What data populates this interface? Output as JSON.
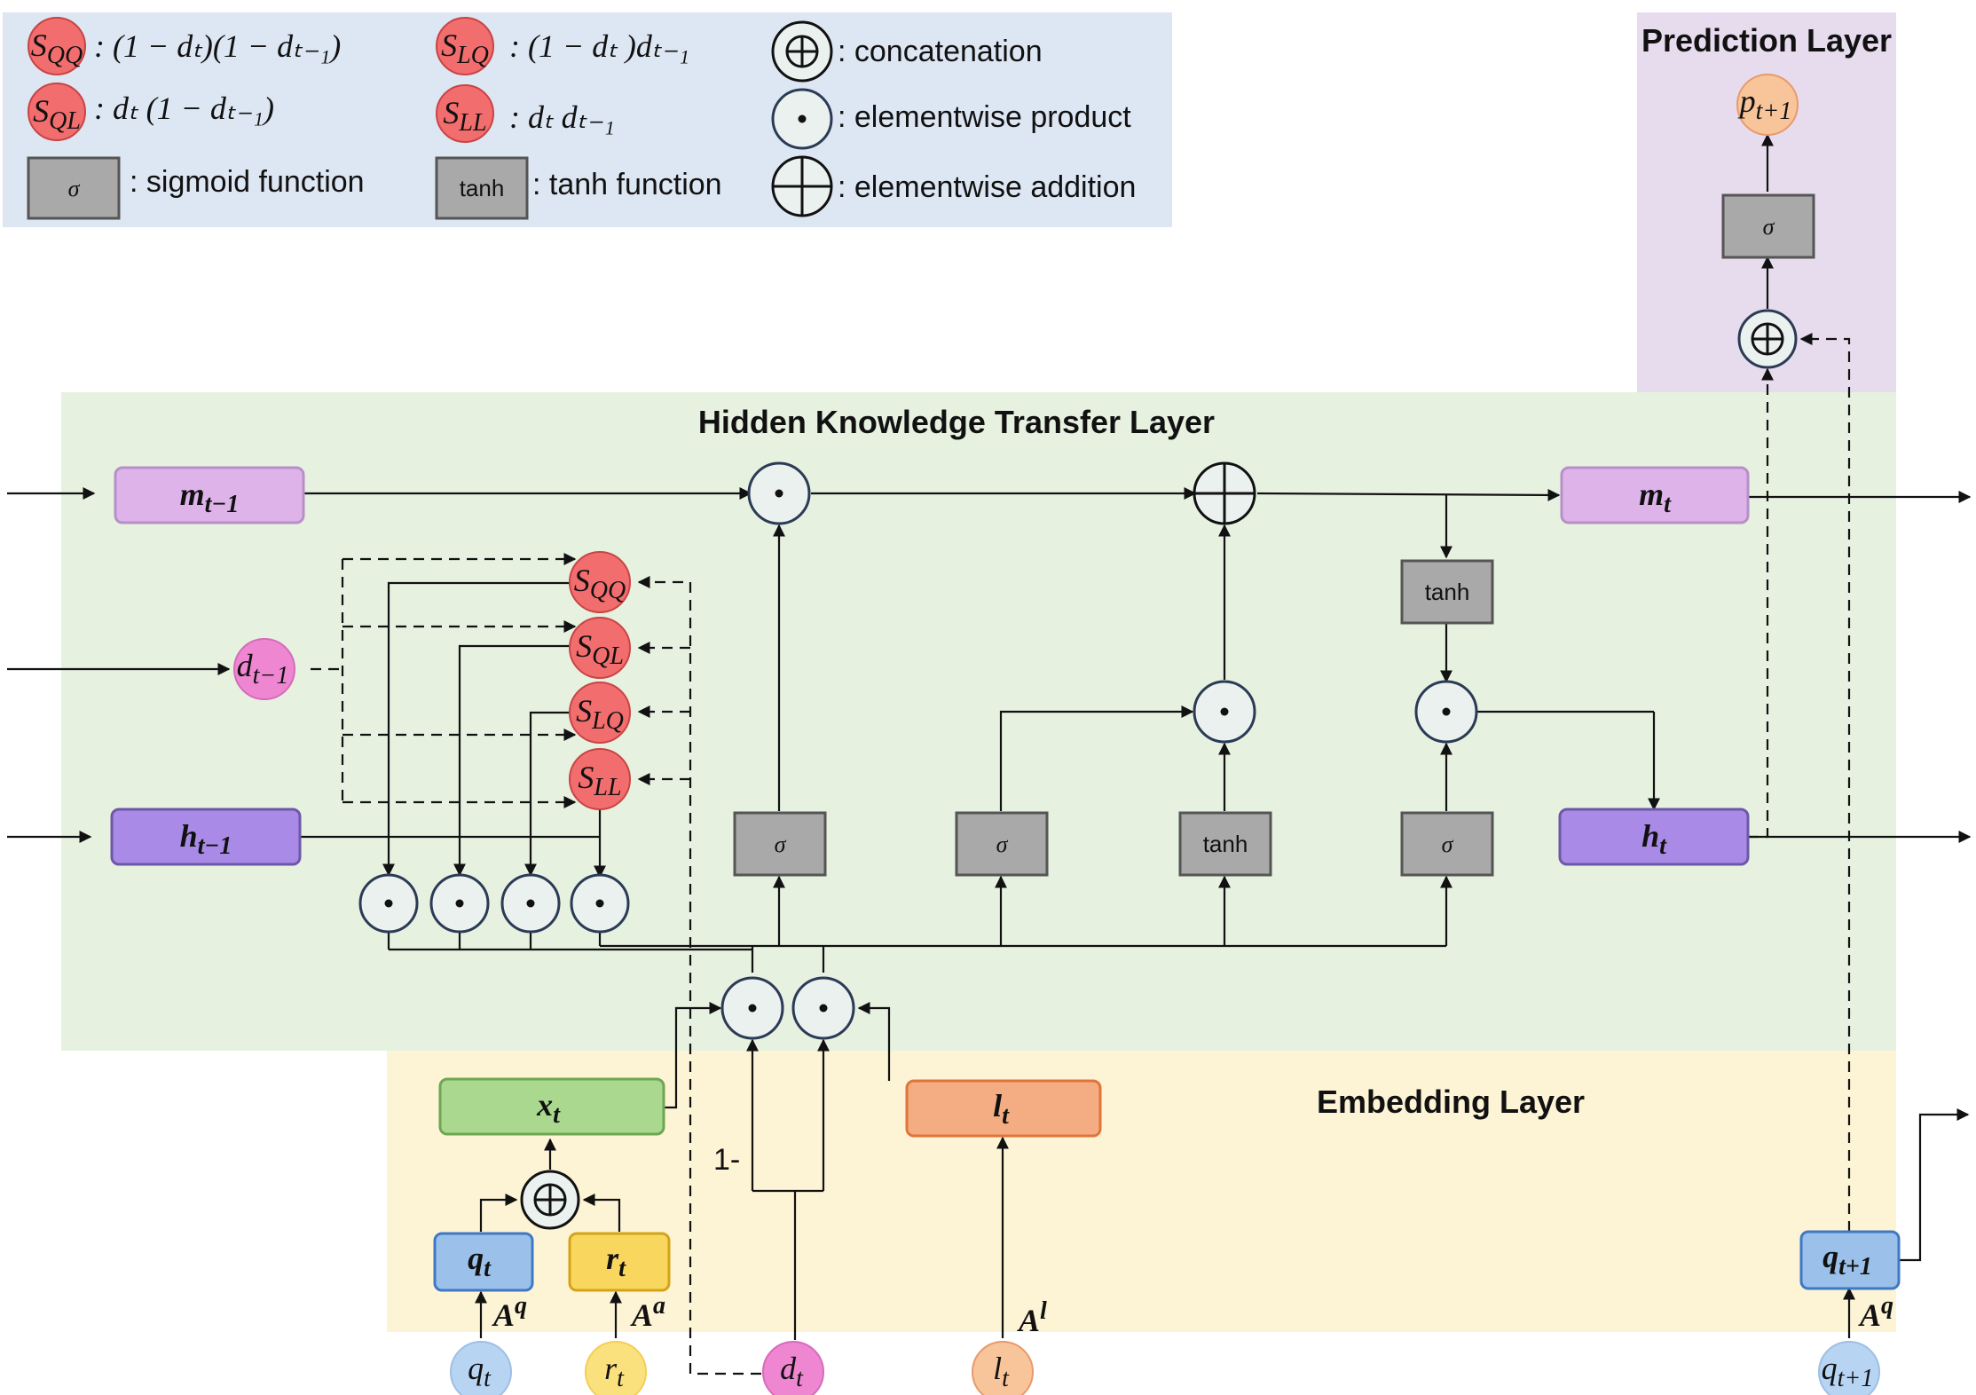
{
  "layers": {
    "prediction": "Prediction Layer",
    "hidden": "Hidden Knowledge Transfer Layer",
    "embedding": "Embedding Layer"
  },
  "legend": {
    "s_qq": {
      "sym": "S",
      "sub": "QQ",
      "expr": ": (1 − dₜ)(1 − dₜ₋₁)"
    },
    "s_ql": {
      "sym": "S",
      "sub": "QL",
      "expr": ": dₜ (1 − dₜ₋₁)"
    },
    "s_lq": {
      "sym": "S",
      "sub": "LQ",
      "expr": ": (1 − dₜ )dₜ₋₁"
    },
    "s_ll": {
      "sym": "S",
      "sub": "LL",
      "expr": ": dₜ dₜ₋₁"
    },
    "sigma": {
      "box": "σ",
      "text": ": sigmoid function"
    },
    "tanh": {
      "box": "tanh",
      "text": ": tanh function"
    },
    "concat": ": concatenation",
    "product": ": elementwise product",
    "addition": ": elementwise addition"
  },
  "nodes": {
    "m_prev": {
      "base": "m",
      "sub": "t−1"
    },
    "m_t": {
      "base": "m",
      "sub": "t"
    },
    "h_prev": {
      "base": "h",
      "sub": "t−1"
    },
    "h_t": {
      "base": "h",
      "sub": "t"
    },
    "d_prev": {
      "base": "d",
      "sub": "t−1"
    },
    "p_next": {
      "base": "p",
      "sub": "t+1"
    },
    "x_t": {
      "base": "x",
      "sub": "t"
    },
    "l_box": {
      "base": "l",
      "sub": "t"
    },
    "q_box": {
      "base": "q",
      "sub": "t"
    },
    "r_box": {
      "base": "r",
      "sub": "t"
    },
    "q_next_box": {
      "base": "q",
      "sub": "t+1"
    },
    "q_in": {
      "base": "q",
      "sub": "t"
    },
    "r_in": {
      "base": "r",
      "sub": "t"
    },
    "d_in": {
      "base": "d",
      "sub": "t"
    },
    "l_in": {
      "base": "l",
      "sub": "t"
    },
    "q_next_in": {
      "base": "q",
      "sub": "t+1"
    },
    "s_qq": {
      "base": "S",
      "sub": "QQ"
    },
    "s_ql": {
      "base": "S",
      "sub": "QL"
    },
    "s_lq": {
      "base": "S",
      "sub": "LQ"
    },
    "s_ll": {
      "base": "S",
      "sub": "LL"
    }
  },
  "gates": {
    "sigma": "σ",
    "tanh": "tanh"
  },
  "matrices": {
    "aq": {
      "base": "A",
      "sup": "q"
    },
    "aa": {
      "base": "A",
      "sup": "a"
    },
    "al": {
      "base": "A",
      "sup": "l"
    },
    "aq2": {
      "base": "A",
      "sup": "q"
    }
  },
  "one_minus": "1-",
  "colors": {
    "legend_bg": "#dde6f3",
    "prediction_bg": "#e7dcee",
    "hidden_bg": "#e6f1e0",
    "embedding_bg": "#fdf3d5",
    "red_node": "#f26d6d",
    "pink_node": "#ee86d2",
    "m_box": "#ddb3ea",
    "h_box": "#a98ae6",
    "x_box": "#a9d88e",
    "l_box": "#f4ad82",
    "q_box": "#9bc1ea",
    "r_box": "#f9d65e",
    "gate": "#a9a9a9"
  }
}
